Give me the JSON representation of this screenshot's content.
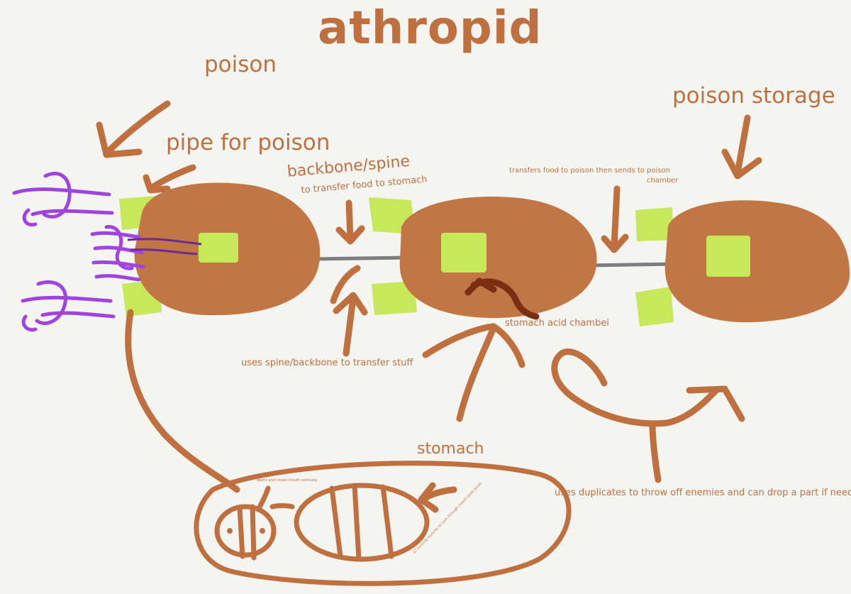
{
  "title": "athropid",
  "labels": {
    "poison": "poison",
    "pipe": "pipe for poison",
    "backbone": "backbone/spine",
    "backbone_sub": "to transfer food to stomach",
    "transfers_line1": "transfers food to poison then sends to poison",
    "transfers_line2": "chamber",
    "poison_storage": "poison storage",
    "uses_spine": "uses spine/backbone to transfer stuff",
    "stomach_acid": "stomach acid chambei",
    "stomach": "stomach",
    "duplicates": "uses duplicates to throw off enemies and can drop a part if needed",
    "mouth": "opens and closes mouth vertically",
    "sucking": "27 sucking muscles to suck through mouth (eats alive)"
  },
  "colors": {
    "ink": "#c0703f",
    "body": "#c27644",
    "limb": "#c6e85a",
    "spine": "#7d7d7d",
    "poison_gas": "#a044e0",
    "dark_ink": "#7a2f12",
    "background": "#f4f4f1"
  }
}
